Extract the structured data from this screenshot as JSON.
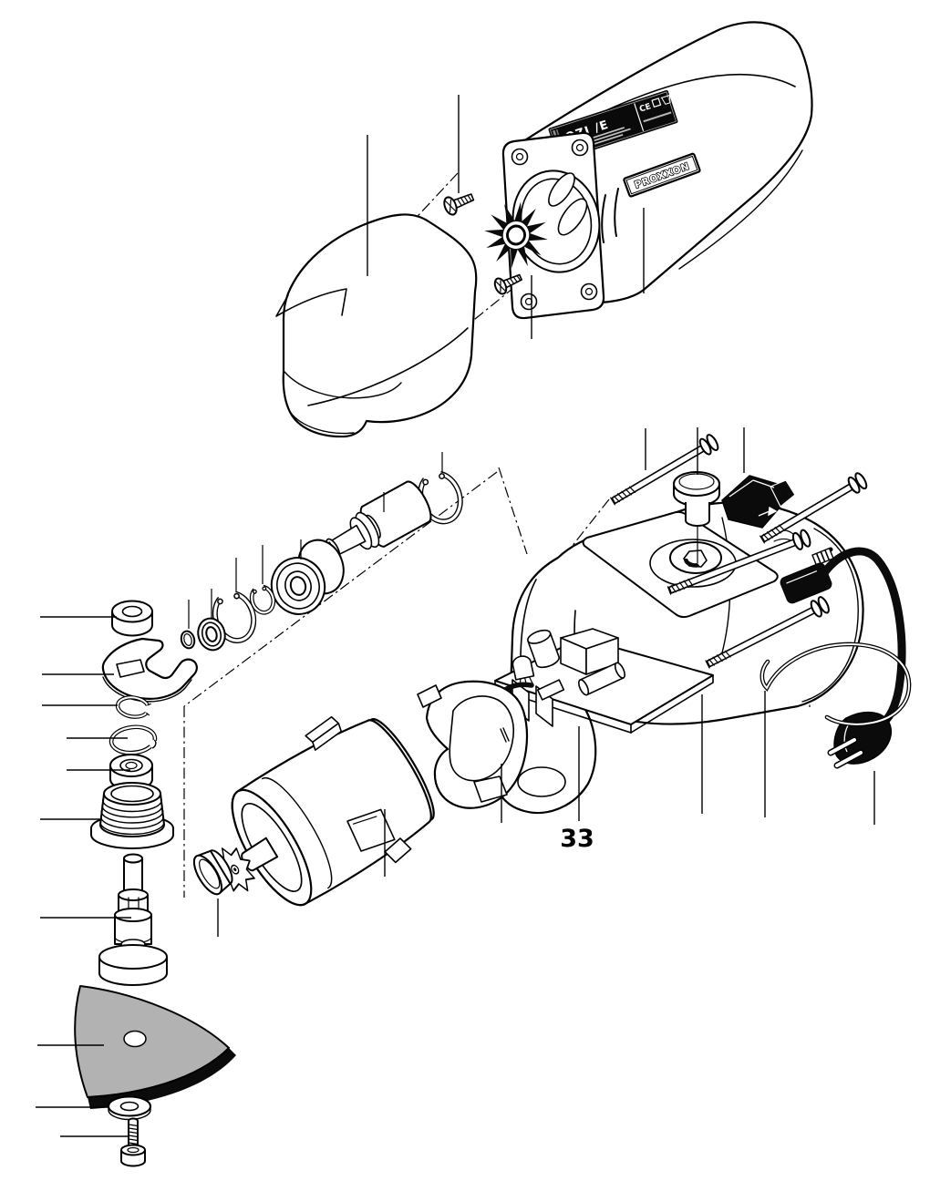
{
  "diagram": {
    "kind": "exploded-view parts diagram",
    "background": "#ffffff"
  },
  "callouts": {
    "board_number": "33"
  },
  "housing_label": {
    "model": "OZI /E",
    "ce_mark": "CE"
  },
  "brand": {
    "logo_text": "PROXXON"
  },
  "colors": {
    "line": "#000000",
    "pad_gray": "#b2b2b2",
    "part_black": "#0b0b0b",
    "paper": "#ffffff"
  },
  "icons": [
    "ce-mark",
    "label-square-icon",
    "label-bin-icon",
    "fan-impeller-icon"
  ],
  "parts": [
    "main-housing",
    "rating-label",
    "brand-logo",
    "vent-slots",
    "front-bearing-plate",
    "fan-impeller",
    "flat-head-screw-upper",
    "flat-head-screw-lower",
    "gear-head-cover",
    "drive-shaft-circlip",
    "drive-shaft",
    "shaft-ball-bearing",
    "circlip-small",
    "circlip-large",
    "seal-bearing",
    "seal-ring",
    "top-bearing",
    "open-end-wrench",
    "snap-ring",
    "retaining-ring",
    "lower-ball-bearing",
    "threaded-collar",
    "eccentric-spindle",
    "sanding-pad",
    "pad-washer",
    "pad-screw",
    "motor",
    "motor-pinion",
    "motor-sleeve",
    "motor-clamp",
    "control-board",
    "field-housing",
    "speed-knob",
    "power-switch",
    "housing-screw-1",
    "housing-screw-2",
    "housing-screw-3",
    "housing-screw-4",
    "cable-strain-relief",
    "wire-clip",
    "power-cord",
    "power-plug"
  ]
}
